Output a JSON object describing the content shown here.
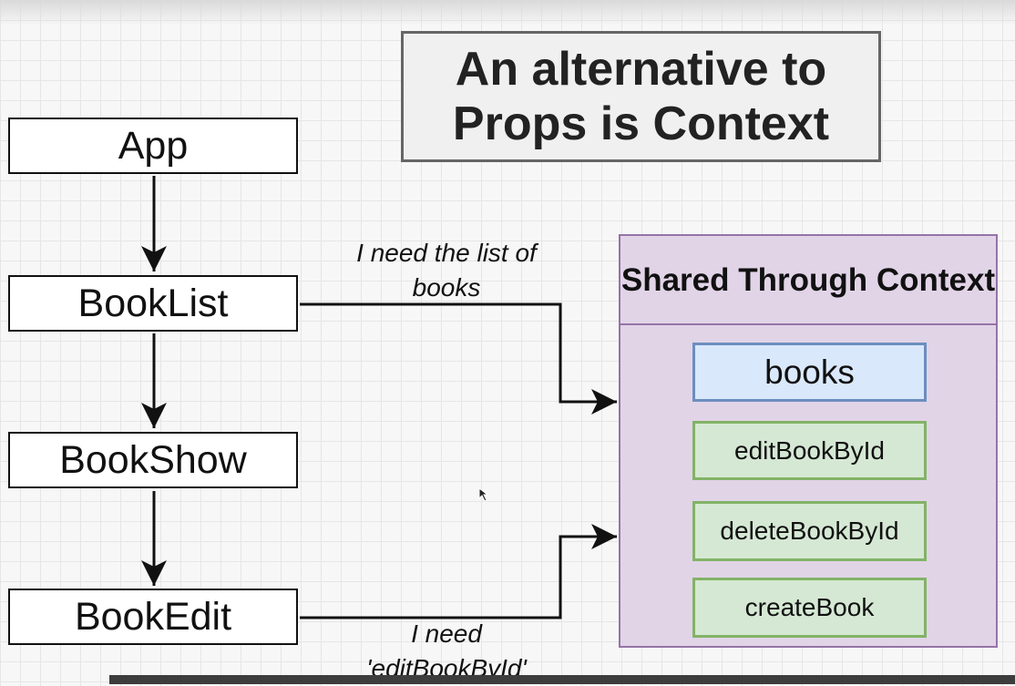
{
  "title": "An alternative to Props is Context",
  "nodes": {
    "app": "App",
    "booklist": "BookList",
    "bookshow": "BookShow",
    "bookedit": "BookEdit"
  },
  "context": {
    "header": "Shared Through Context",
    "items": [
      "books",
      "editBookById",
      "deleteBookById",
      "createBook"
    ]
  },
  "annotations": {
    "booklist_note": "I need the list of books",
    "bookedit_note": "I need 'editBookById'"
  }
}
